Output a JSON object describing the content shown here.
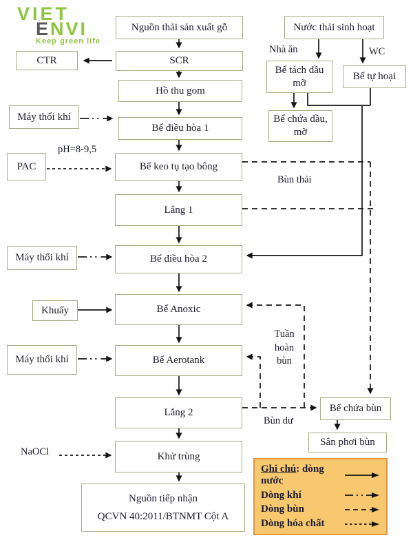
{
  "logo": {
    "word1": "VIET",
    "word2_first": "E",
    "word2_rest": "NVI",
    "tagline": "Keep green life"
  },
  "nodes": {
    "nguon_thai_go": "Nguồn thải sản xuất gỗ",
    "scr": "SCR",
    "ctr": "CTR",
    "ho_thu_gom": "Hồ thu gom",
    "may_thoi_khi_1": "Máy thổi khí",
    "be_dieu_hoa_1": "Bể điều hòa 1",
    "pac": "PAC",
    "be_keo_tu": "Bể keo tụ tạo bông",
    "lang_1": "Lắng 1",
    "may_thoi_khi_2": "Máy thổi khí",
    "be_dieu_hoa_2": "Bể điều hòa 2",
    "khuay": "Khuấy",
    "be_anoxic": "Bể Anoxic",
    "may_thoi_khi_3": "Máy thổi khí",
    "be_aerotank": "Bể Aerotank",
    "lang_2": "Lắng 2",
    "khu_trung": "Khử trùng",
    "nguon_tiep_nhan_line1": "Nguồn tiếp nhận",
    "nguon_tiep_nhan_line2": "QCVN 40:2011/BTNMT Cột A",
    "nuoc_thai_sinh_hoat": "Nước thải sinh hoạt",
    "be_tach_dau_mo": "Bể tách dầu mỡ",
    "be_tu_hoai": "Bể tự hoại",
    "be_chua_dau_mo": "Bể chứa dầu, mỡ",
    "be_chua_bun": "Bể chứa bùn",
    "san_phoi_bun": "Sân phơi bùn"
  },
  "labels": {
    "nha_an": "Nhà ăn",
    "wc": "WC",
    "ph": "pH=8-9,5",
    "bun_thai": "Bùn thải",
    "tuan_hoan_bun": "Tuần hoàn bùn",
    "bun_du": "Bùn dư",
    "naocl": "NaOCl"
  },
  "legend": {
    "title_strong": "Ghi chú",
    "title_rest": ": dòng nước",
    "air": "Dòng khí",
    "sludge": "Dòng bùn",
    "chemical": "Dòng hóa chất"
  },
  "colors": {
    "box_border": "#a9ad84",
    "line": "#151515",
    "text": "#1d1d30",
    "legend_bg": "#f8c86f",
    "legend_border": "#e2953b",
    "logo_green": "#8dc63f",
    "logo_gray": "#58595b"
  }
}
